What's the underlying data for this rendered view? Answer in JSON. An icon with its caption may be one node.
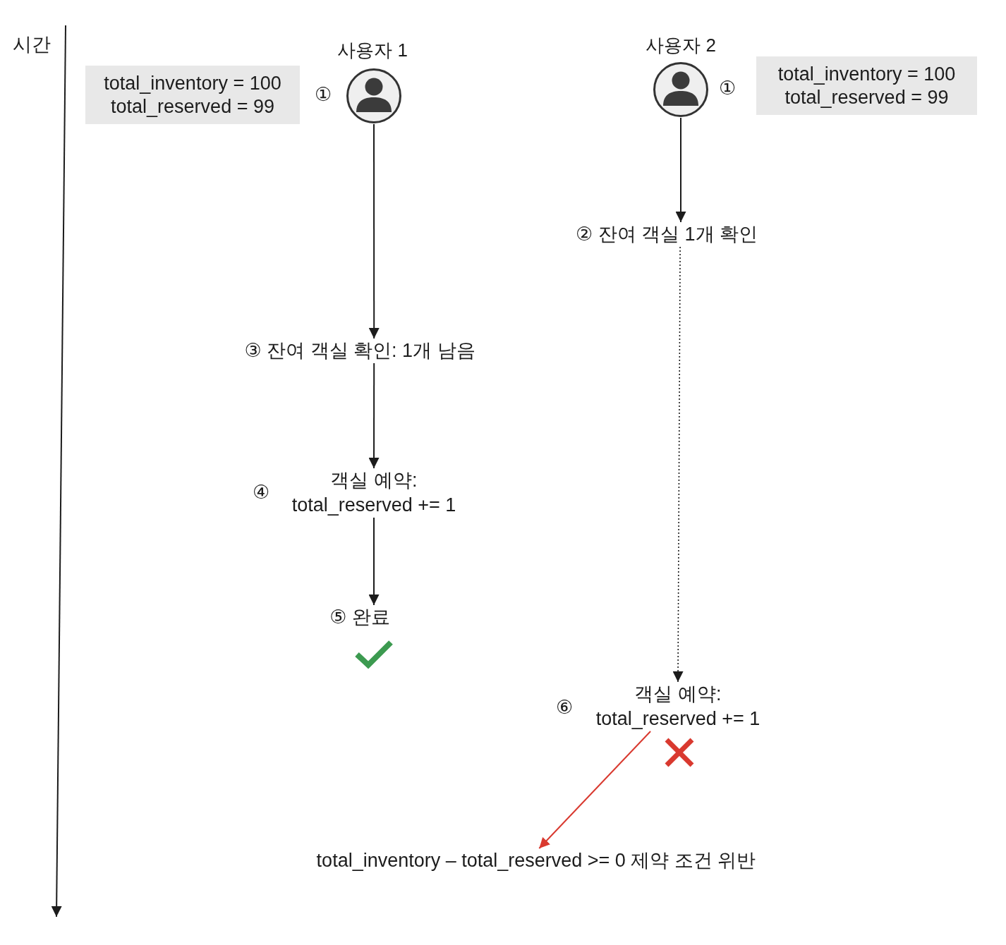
{
  "diagram": {
    "nodes": [
      {
        "text": [
          "total_inventory = 100",
          "total_reserved = 99"
        ]
      },
      {
        "text": [
          "사용자 1"
        ],
        "beside": [
          "①"
        ]
      },
      {
        "text": [
          "사용자 2"
        ],
        "beside": [
          "①"
        ]
      },
      {
        "text": [
          "total_inventory = 100",
          "total_reserved = 99"
        ]
      },
      {
        "text": [
          "② 잔여 객실 1개 확인"
        ]
      },
      {
        "text": [
          "③ 잔여 객실 확인: 1개 남음"
        ]
      },
      {
        "text": [
          "객실 예약: total_reserved += 1"
        ],
        "beside": [
          "④"
        ]
      },
      {
        "text": [
          "⑤ 완료"
        ]
      },
      {
        "text": [
          "객실 예약: total_reserved += 1"
        ],
        "beside": [
          "⑥"
        ]
      },
      {
        "text": [
          "total_inventory – total_reserved >= 0 제약 조건 위반"
        ]
      }
    ],
    "edges": [
      {
        "from": 1,
        "to": 5,
        "arrow": "to"
      },
      {
        "from": 5,
        "to": 6,
        "arrow": "to"
      },
      {
        "from": 6,
        "to": 7,
        "arrow": "to"
      },
      {
        "from": 2,
        "to": 4,
        "arrow": "to"
      },
      {
        "from": 4,
        "to": 8,
        "arrow": "to",
        "style": "dashed"
      },
      {
        "from": 8,
        "to": 9,
        "arrow": "to",
        "color": "#d9392f"
      }
    ],
    "labels": [
      "시간"
    ]
  }
}
